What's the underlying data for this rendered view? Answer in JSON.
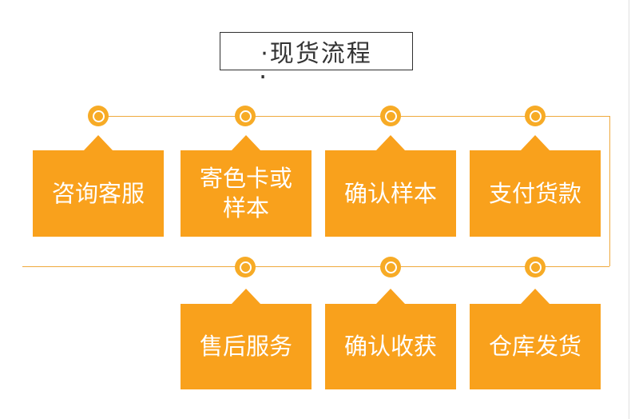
{
  "title": {
    "text": "·现货流程",
    "stray_dot": "·"
  },
  "flow": {
    "name": "spot-goods-process",
    "top_row": [
      {
        "label": "咨询客服"
      },
      {
        "label": "寄色卡或样本"
      },
      {
        "label": "确认样本"
      },
      {
        "label": "支付货款"
      }
    ],
    "bottom_row": [
      {
        "label": "售后服务"
      },
      {
        "label": "确认收获"
      },
      {
        "label": "仓库发货"
      }
    ]
  },
  "colors": {
    "box_fill": "#F9A11C",
    "node_fill": "#F7AB26",
    "connector_line": "#EFA93E",
    "title_text": "#333333",
    "title_border": "#2F2F2F",
    "step_text": "#FFFFFF",
    "page_edge": "#E0E0E0"
  }
}
